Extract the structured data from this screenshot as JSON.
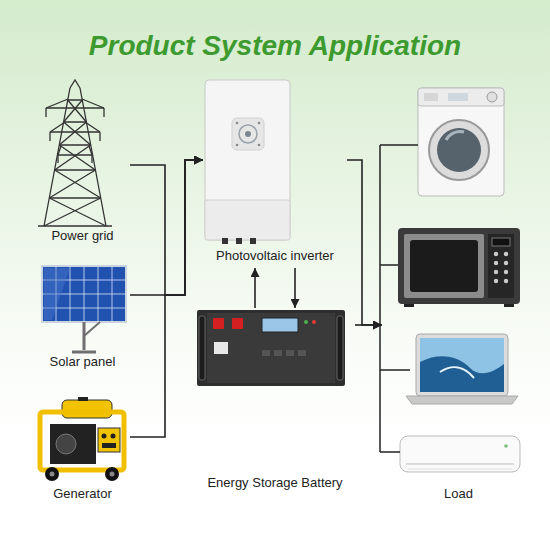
{
  "diagram": {
    "title": "Product System Application",
    "nodes": [
      {
        "text": [
          "Power grid"
        ]
      },
      {
        "text": [
          "Solar panel"
        ]
      },
      {
        "text": [
          "Generator"
        ]
      },
      {
        "text": [
          "Photovoltaic inverter"
        ]
      },
      {
        "text": [
          "Energy Storage Battery"
        ]
      },
      {
        "text": [
          "Load"
        ]
      }
    ],
    "edges": [
      {
        "from": 0,
        "to": 3,
        "arrow": "to"
      },
      {
        "from": 1,
        "to": 3,
        "arrow": "to"
      },
      {
        "from": 2,
        "to": 3,
        "arrow": "to"
      },
      {
        "from": 4,
        "to": 3,
        "arrow": "to"
      },
      {
        "from": 3,
        "to": 4,
        "arrow": "to"
      },
      {
        "from": 3,
        "to": 5,
        "arrow": "to"
      },
      {
        "from": 4,
        "to": 5,
        "arrow": "to"
      }
    ]
  }
}
